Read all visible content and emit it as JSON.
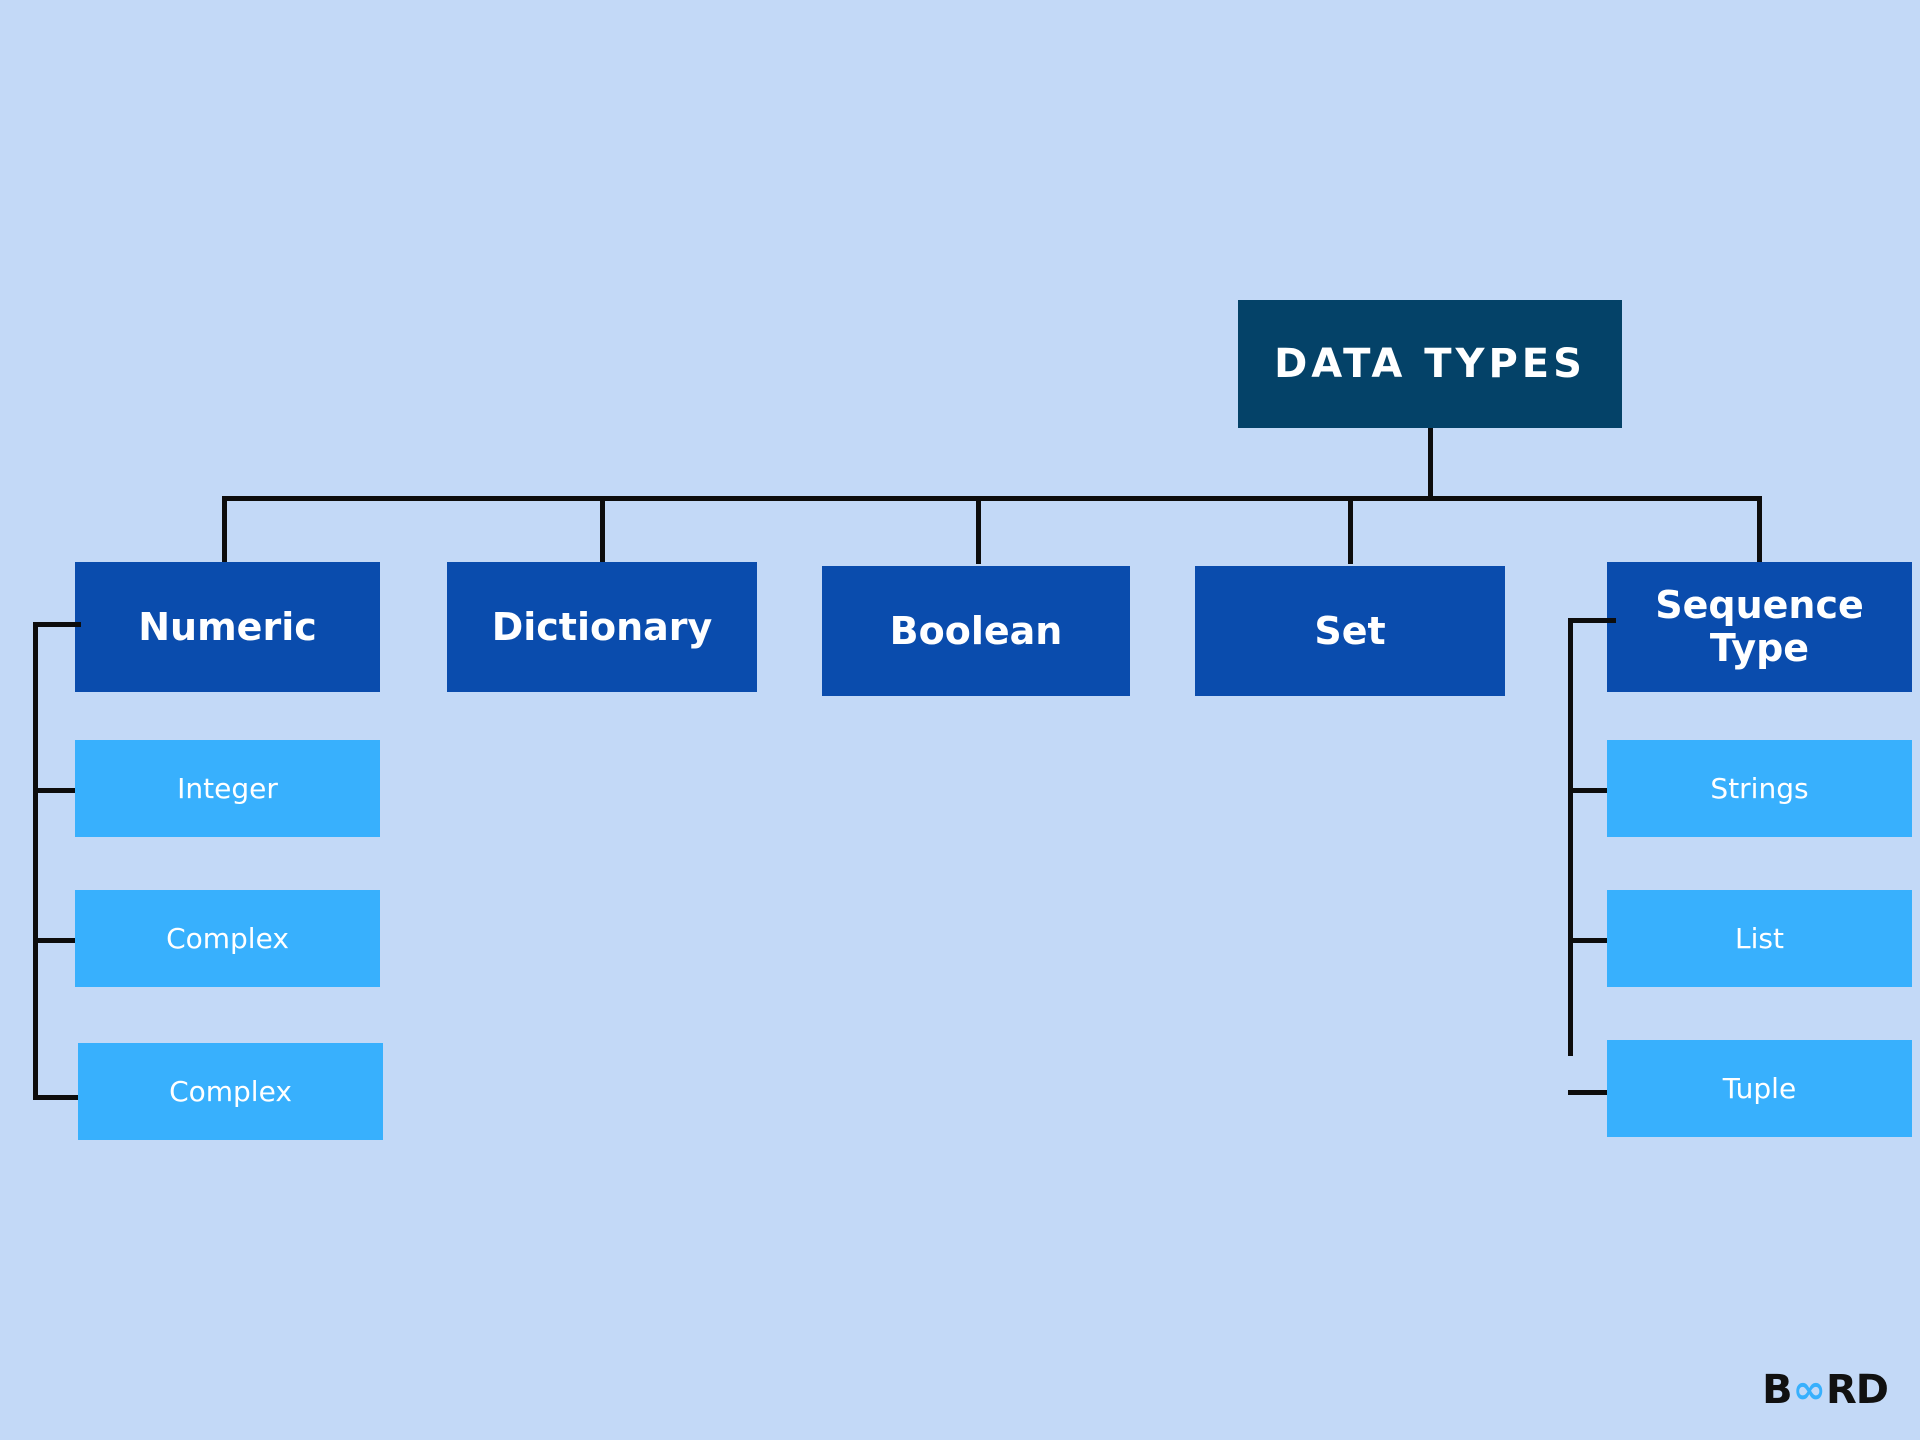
{
  "diagram": {
    "title": "DATA TYPES",
    "type": "hierarchy-tree",
    "background_color": "#c3d9f7",
    "colors": {
      "root_box": "#044268",
      "level2_box": "#0a4cad",
      "leaf_box": "#38b0fd",
      "connector": "#0d0d0d",
      "text": "#ffffff"
    },
    "root": {
      "label": "DATA TYPES"
    },
    "level2": [
      {
        "label": "Numeric",
        "name": "numeric"
      },
      {
        "label": "Dictionary",
        "name": "dictionary"
      },
      {
        "label": "Boolean",
        "name": "boolean"
      },
      {
        "label": "Set",
        "name": "set"
      },
      {
        "label": "Sequence\nType",
        "name": "sequence-type"
      }
    ],
    "numeric_children": [
      {
        "label": "Integer",
        "name": "integer"
      },
      {
        "label": "Complex",
        "name": "complex-1"
      },
      {
        "label": "Complex",
        "name": "complex-2"
      }
    ],
    "sequence_children": [
      {
        "label": "Strings",
        "name": "strings"
      },
      {
        "label": "List",
        "name": "list"
      },
      {
        "label": "Tuple",
        "name": "tuple"
      }
    ]
  },
  "logo": {
    "prefix": "B",
    "mark": "∞",
    "suffix": "RD",
    "mark_color": "#38b0fd",
    "text_color": "#111111"
  }
}
